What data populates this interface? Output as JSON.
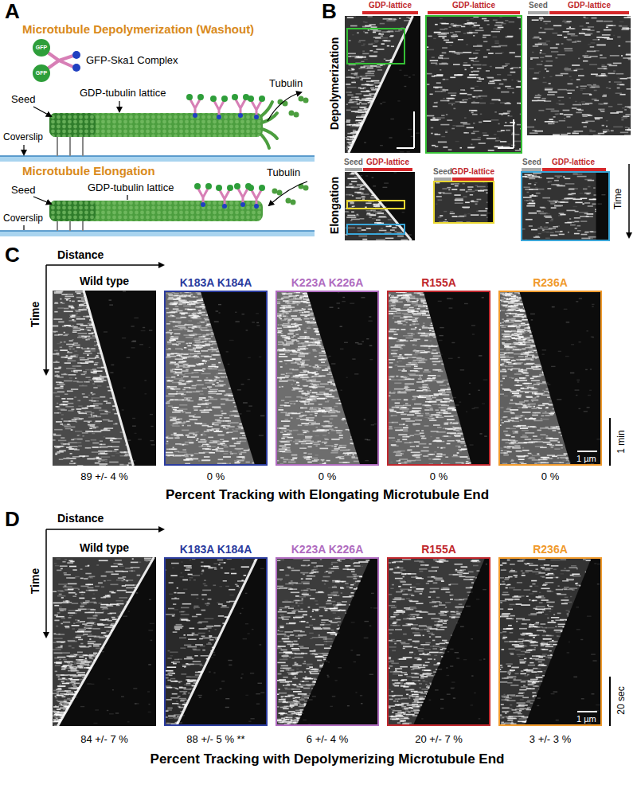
{
  "diagram": {
    "nodes": [
      {
        "text": [
          "Wild type"
        ]
      },
      {
        "text": [
          "K183A K184A"
        ]
      },
      {
        "text": [
          "K223A K226A"
        ]
      },
      {
        "text": [
          "R155A"
        ]
      },
      {
        "text": [
          "R236A"
        ]
      },
      {
        "text": [
          "Wild type"
        ]
      },
      {
        "text": [
          "K183A K184A"
        ]
      },
      {
        "text": [
          "K223A K226A"
        ]
      },
      {
        "text": [
          "R155A"
        ]
      },
      {
        "text": [
          "R236A"
        ]
      }
    ],
    "labels": [
      "A",
      "Microtubule Depolymerization (Washout)",
      "GFP",
      "GFP",
      "GFP-Ska1 Complex",
      "GDP-tubulin lattice",
      "Tubulin",
      "Coverslip",
      "Seed",
      "Microtubule Elongation",
      "Seed",
      "GDP-tubulin lattice",
      "Tubulin",
      "Coverslip",
      "B",
      "Depolymerization",
      "GDP-lattice",
      "GDP-lattice",
      "Seed",
      "GDP-lattice",
      "Elongation",
      "Seed",
      "GDP-lattice",
      "Seed",
      "GDP-lattice",
      "Seed",
      "GDP-lattice",
      "Time",
      "C",
      "Distance",
      "Time",
      "1 min",
      "1 µm",
      "89 +/- 4 %",
      "0 %",
      "0 %",
      "0 %",
      "0 %",
      "Percent Tracking with Elongating Microtubule End",
      "D",
      "Distance",
      "Time",
      "20 sec",
      "1 µm",
      "84 +/- 7 %",
      "88 +/- 5 % **",
      "6 +/- 4 %",
      "20 +/- 7 %",
      "3 +/- 3 %",
      "Percent Tracking with Depolymerizing Microtubule End"
    ]
  }
}
